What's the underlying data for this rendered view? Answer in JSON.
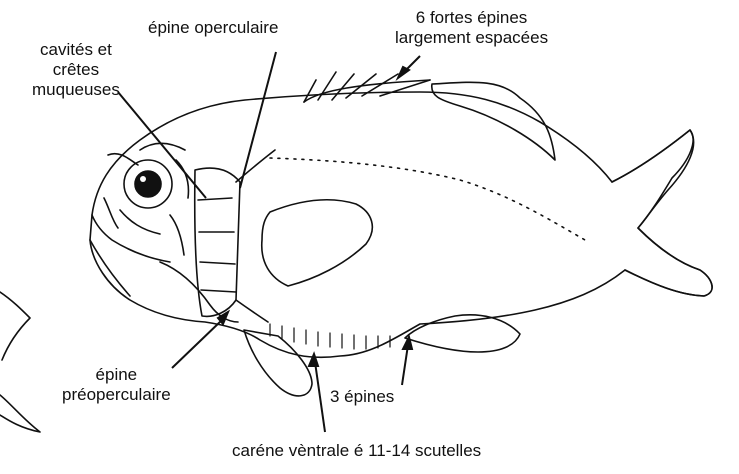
{
  "labels": {
    "operculaire": "épine operculaire",
    "cavites": [
      "cavités et",
      "crêtes",
      "muqueuses"
    ],
    "fortes": [
      "6 fortes épines",
      "largement espacées"
    ],
    "preoperculaire": [
      "épine",
      "préoperculaire"
    ],
    "trois": "3 épines",
    "carene": "caréne vèntrale é 11-14 scutelles"
  },
  "colors": {
    "ink": "#111111",
    "background": "#ffffff"
  }
}
